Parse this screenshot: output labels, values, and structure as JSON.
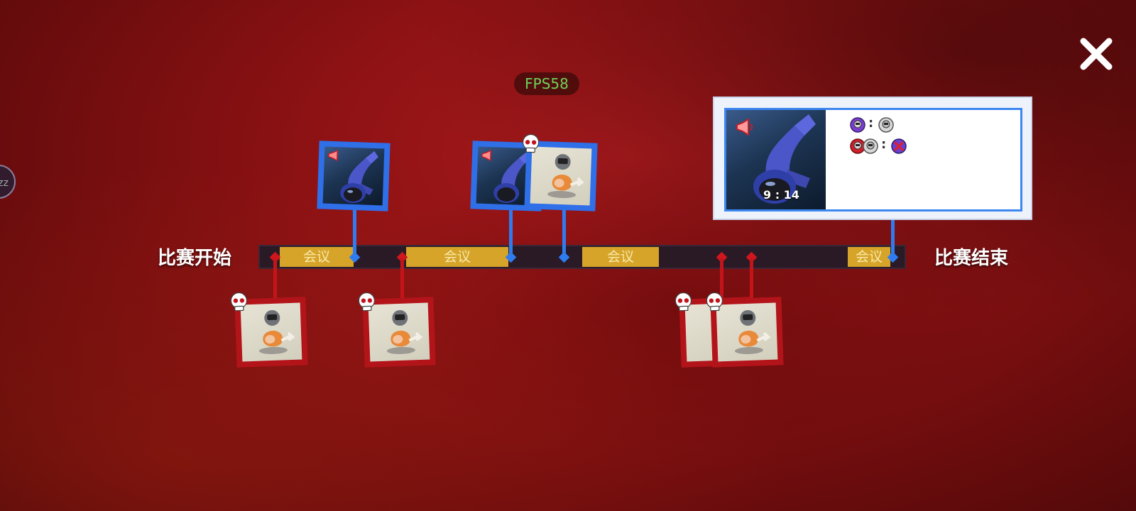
{
  "hud": {
    "fps_text": "FPS58",
    "side_button_text": "zz"
  },
  "timeline": {
    "start_label": "比赛开始",
    "end_label": "比赛结束",
    "meetings": [
      {
        "label": "会议"
      },
      {
        "label": "会议"
      },
      {
        "label": "会议"
      },
      {
        "label": "会议"
      }
    ]
  },
  "selected_event": {
    "time": "9 : 14",
    "votes": [
      {
        "colon": ":"
      },
      {
        "colon": ":"
      }
    ]
  },
  "colors": {
    "accent_blue": "#2f7cf0",
    "accent_red": "#c4141a",
    "meeting_gold": "#d7a42a",
    "fps_green": "#6fd35a"
  },
  "icons": {
    "close": "close-icon",
    "megaphone": "megaphone-icon",
    "skull": "skull-icon",
    "astronaut": "astronaut-icon",
    "robot_meat": "robot-meat-icon"
  }
}
